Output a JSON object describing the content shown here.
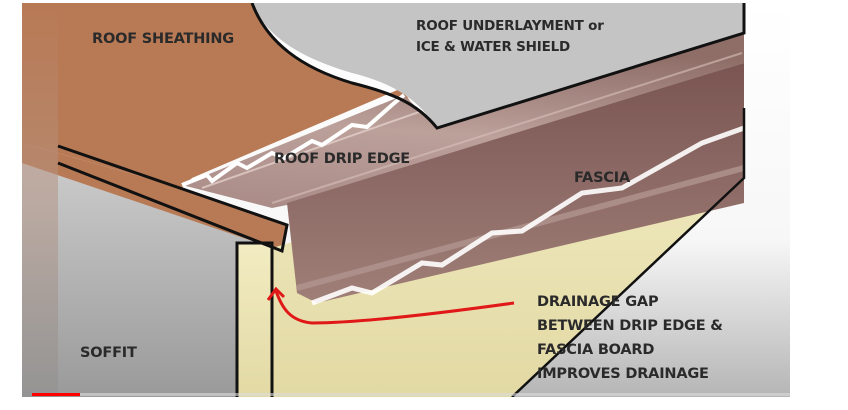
{
  "video": {
    "type": "roof-drip-edge-diagram",
    "progress_percent": 6.3
  },
  "diagram": {
    "labels": {
      "roof_sheathing": "ROOF SHEATHING",
      "roof_underlayment": "ROOF UNDERLAYMENT or\nICE & WATER SHIELD",
      "roof_underlayment_line1": "ROOF UNDERLAYMENT or",
      "roof_underlayment_line2": "ICE & WATER SHIELD",
      "roof_drip_edge": "ROOF DRIP EDGE",
      "fascia": "FASCIA",
      "soffit": "SOFFIT",
      "callout": "DRAINAGE GAP\nBETWEEN DRIP EDGE &\nFASCIA BOARD\nIMPROVES DRAINAGE"
    },
    "colors": {
      "sheathing": "#b87a55",
      "underlayment": "#c4c4c4",
      "drip_edge": "#8e6a66",
      "fascia": "#ebe3b0",
      "soffit": "#bdbdbd",
      "arrow": "#e01818",
      "outline": "#111111",
      "progress": "#ff0000"
    }
  }
}
